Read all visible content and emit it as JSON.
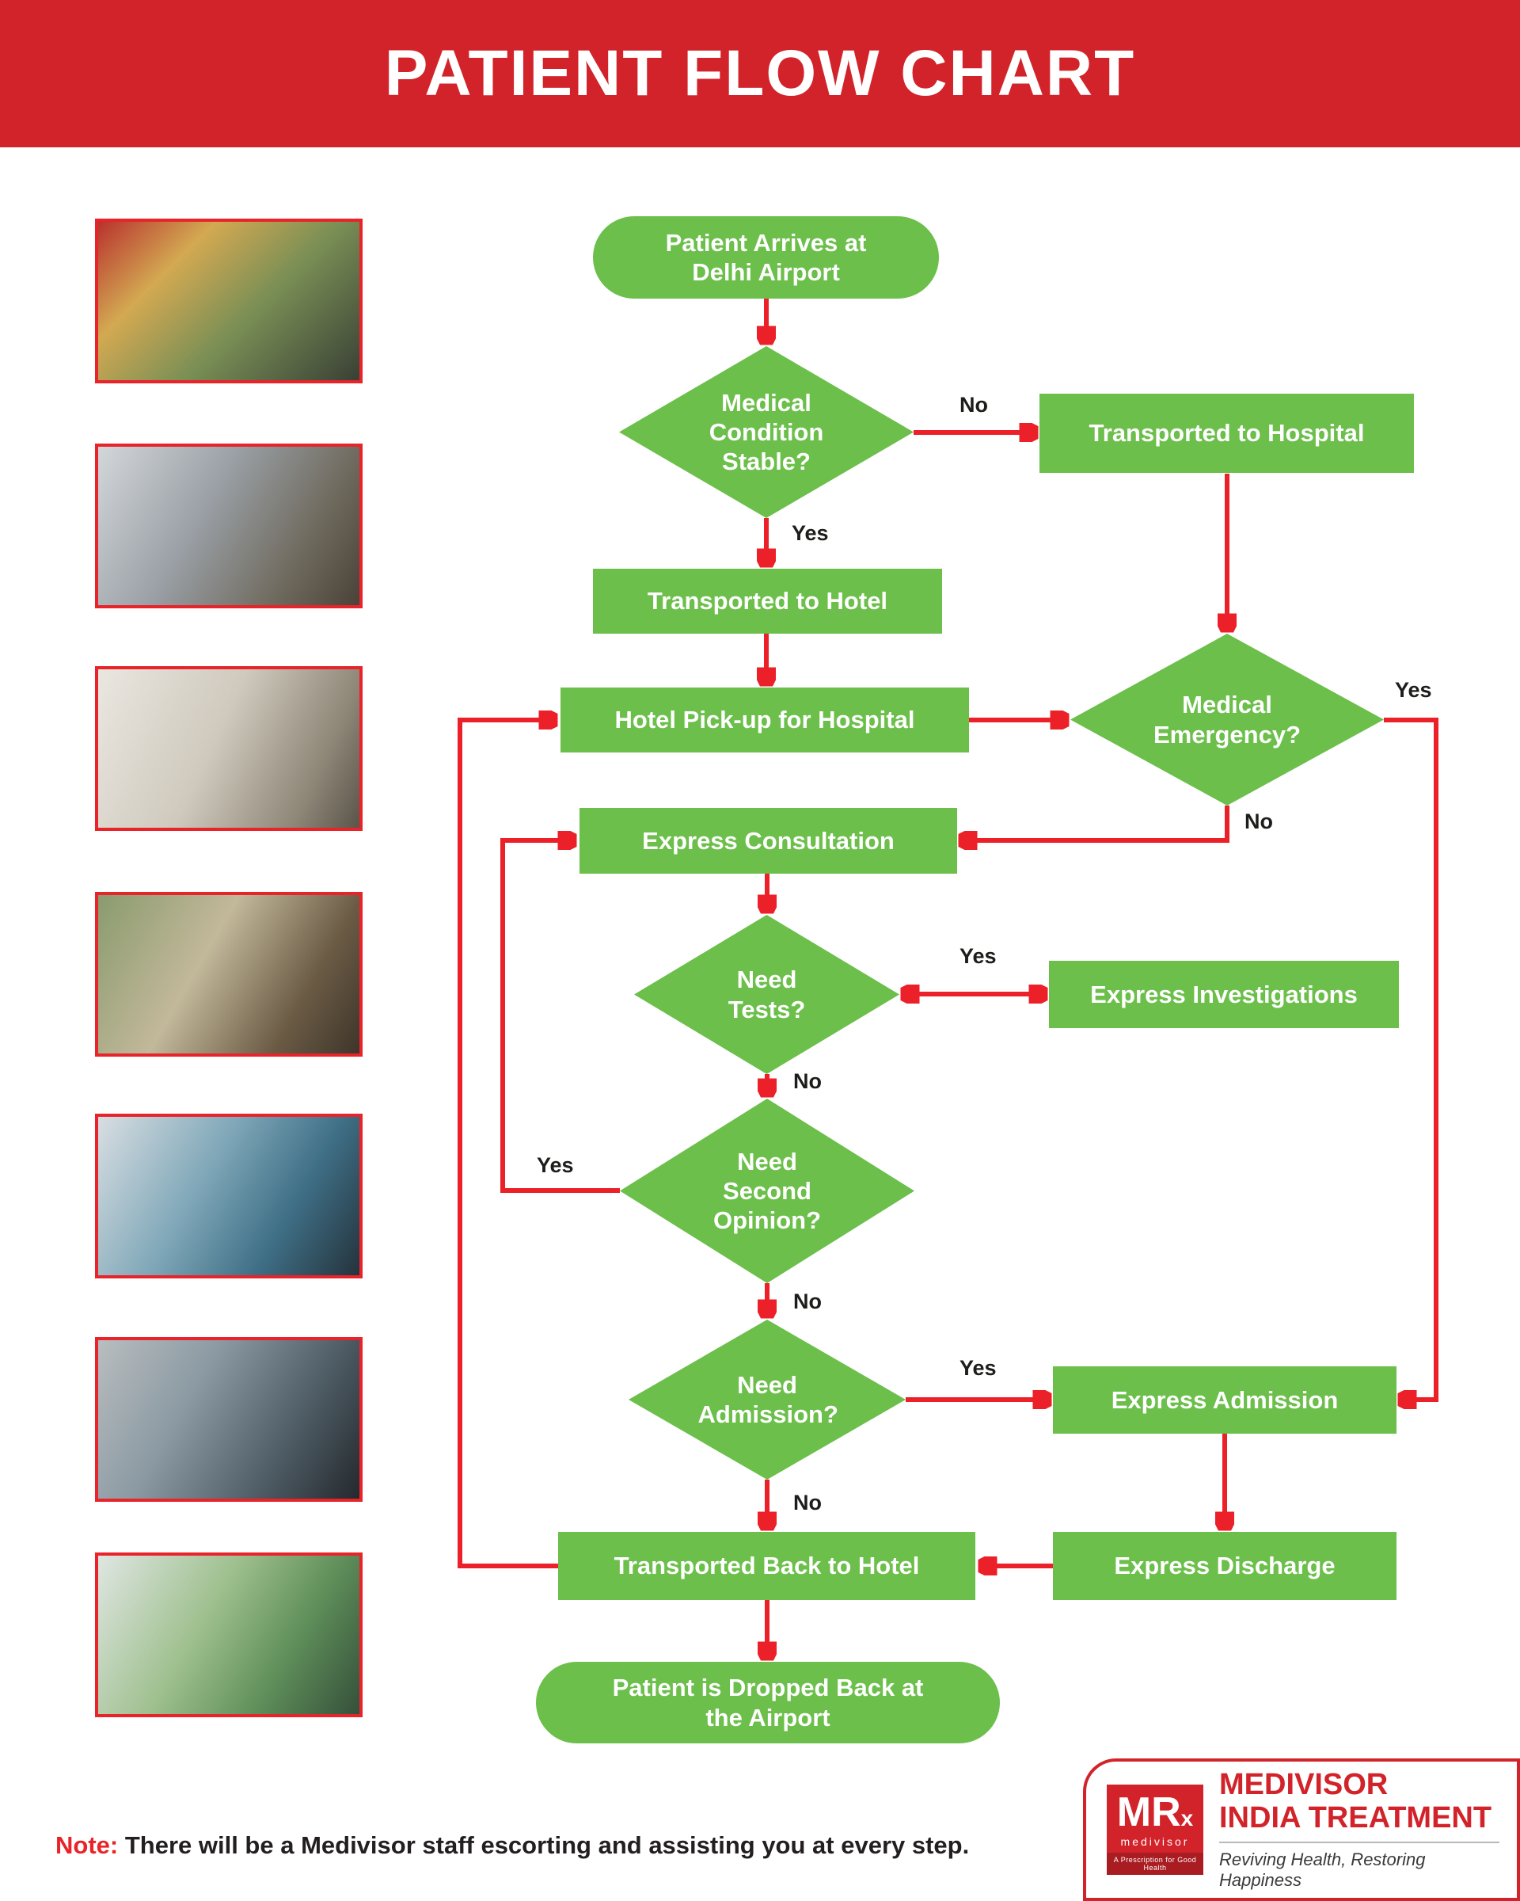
{
  "header": {
    "title": "PATIENT FLOW CHART"
  },
  "flow": {
    "nodes": {
      "start": "Patient Arrives at Delhi Airport",
      "stable": "Medical Condition Stable?",
      "to_hospital": "Transported to Hospital",
      "to_hotel": "Transported to Hotel",
      "pickup": "Hotel Pick-up for Hospital",
      "emergency": "Medical Emergency?",
      "consultation": "Express Consultation",
      "tests": "Need Tests?",
      "investigations": "Express Investigations",
      "second_opinion": "Need Second Opinion?",
      "admission": "Need Admission?",
      "express_admission": "Express Admission",
      "express_discharge": "Express Discharge",
      "back_to_hotel": "Transported Back to Hotel",
      "end": "Patient is Dropped Back at the Airport"
    },
    "labels": {
      "stable_no": "No",
      "stable_yes": "Yes",
      "emergency_yes": "Yes",
      "emergency_no": "No",
      "tests_yes": "Yes",
      "tests_no": "No",
      "second_yes": "Yes",
      "second_no": "No",
      "admission_yes": "Yes",
      "admission_no": "No"
    }
  },
  "note": {
    "prefix": "Note:",
    "text": " There will be a Medivisor staff escorting and assisting you at every step."
  },
  "logo": {
    "monogram": "MR",
    "monogram_sub": "x",
    "wordmark": "medivisor",
    "banner": "A Prescription for Good Health",
    "brand_top": "MEDIVISOR",
    "brand_bottom": "INDIA TREATMENT",
    "tagline": "Reviving Health, Restoring Happiness"
  },
  "colors": {
    "header_red": "#d2232a",
    "arrow_red": "#ec2028",
    "node_green": "#6bbf4a"
  }
}
